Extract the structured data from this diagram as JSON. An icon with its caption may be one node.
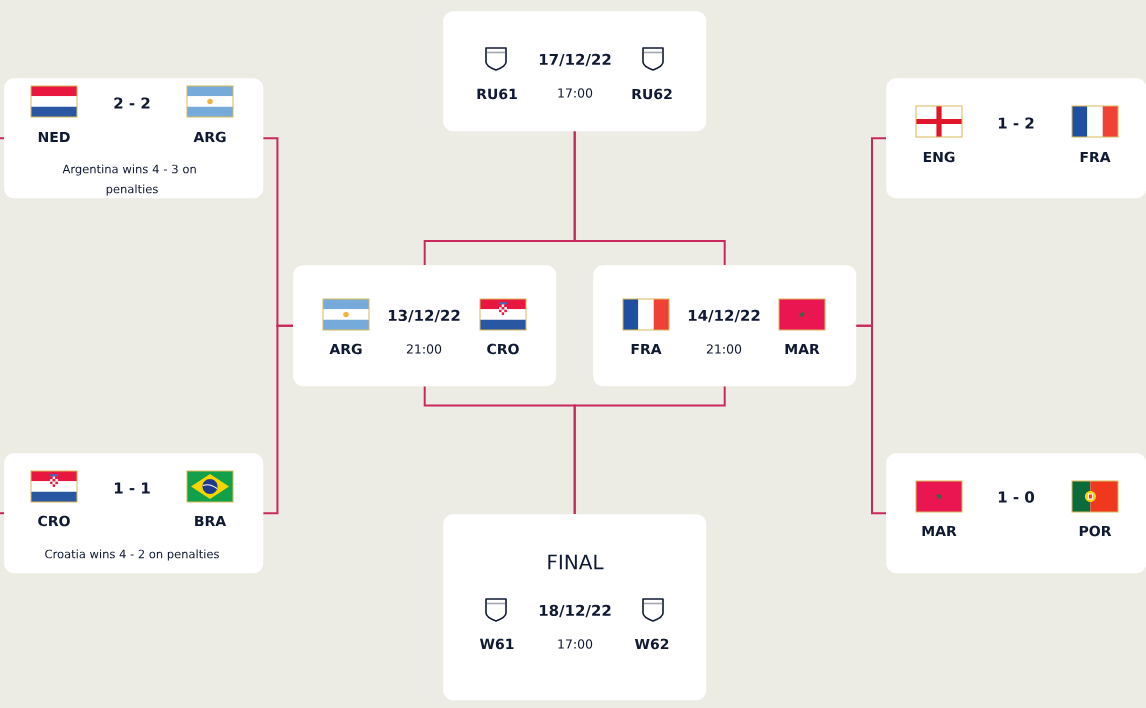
{
  "diagram": {
    "nodes": [
      {
        "text": [
          "17/12/22",
          "RU61",
          "17:00",
          "RU62"
        ]
      },
      {
        "text": [
          "2 - 2",
          "NED",
          "ARG",
          "Argentina wins 4 - 3 on penalties"
        ]
      },
      {
        "text": [
          "1 - 2",
          "ENG",
          "FRA"
        ]
      },
      {
        "text": [
          "13/12/22",
          "ARG",
          "21:00",
          "CRO"
        ]
      },
      {
        "text": [
          "14/12/22",
          "FRA",
          "21:00",
          "MAR"
        ]
      },
      {
        "text": [
          "1 - 1",
          "CRO",
          "BRA",
          "Croatia wins 4 - 2 on penalties"
        ]
      },
      {
        "text": [
          "1 - 0",
          "MAR",
          "POR"
        ]
      },
      {
        "text": [
          "FINAL",
          "18/12/22",
          "W61",
          "17:00",
          "W62"
        ]
      }
    ],
    "edges": [
      {
        "from": null,
        "to": 1,
        "arrow": "none"
      },
      {
        "from": null,
        "to": 5,
        "arrow": "none"
      },
      {
        "from": 1,
        "to": 3,
        "arrow": "none"
      },
      {
        "from": 5,
        "to": 3,
        "arrow": "none"
      },
      {
        "from": 2,
        "to": 4,
        "arrow": "none"
      },
      {
        "from": 6,
        "to": 4,
        "arrow": "none"
      },
      {
        "from": 3,
        "to": 0,
        "arrow": "none"
      },
      {
        "from": 4,
        "to": 0,
        "arrow": "none"
      },
      {
        "from": 3,
        "to": 7,
        "arrow": "none"
      },
      {
        "from": 4,
        "to": 7,
        "arrow": "none"
      }
    ]
  }
}
